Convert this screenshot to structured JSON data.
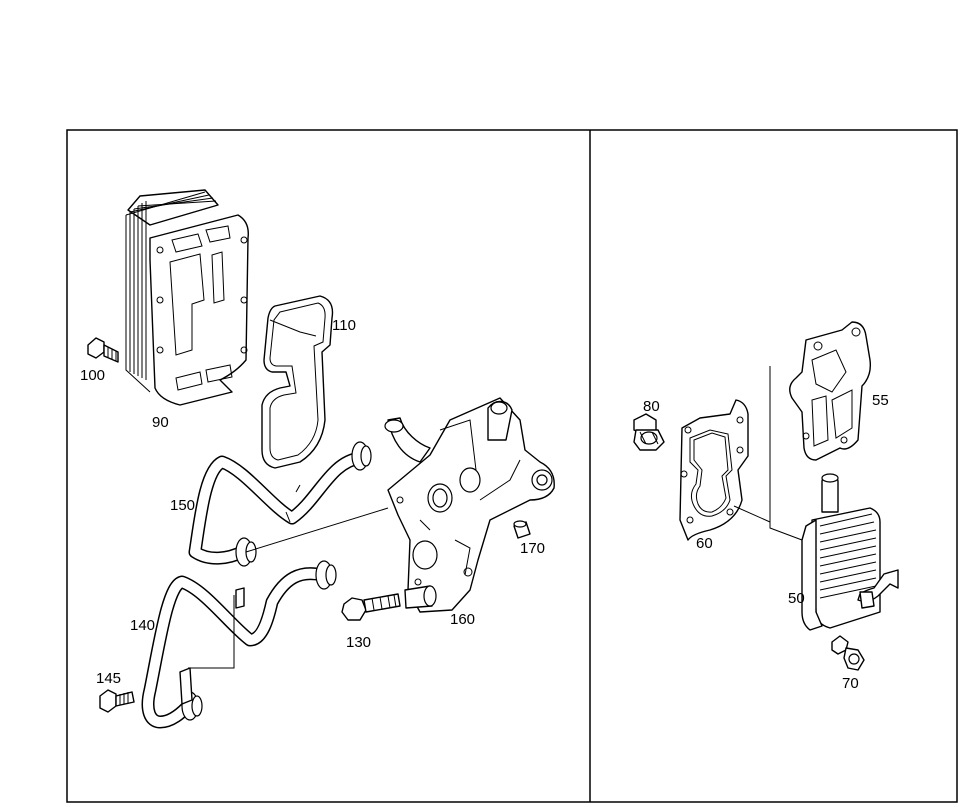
{
  "labels": {
    "p90": "90",
    "p100": "100",
    "p110": "110",
    "p150": "150",
    "p140": "140",
    "p145": "145",
    "p130": "130",
    "p160": "160",
    "p170": "170",
    "p80": "80",
    "p60": "60",
    "p55": "55",
    "p50": "50",
    "p70": "70"
  }
}
